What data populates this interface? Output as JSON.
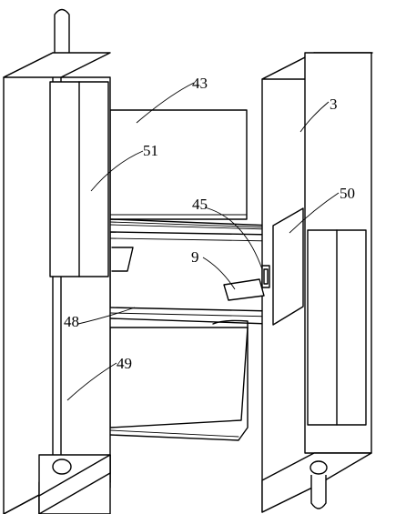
{
  "labels": {
    "l3": "3",
    "l9": "9",
    "l43": "43",
    "l45": "45",
    "l48": "48",
    "l49": "49",
    "l50": "50",
    "l51": "51"
  }
}
